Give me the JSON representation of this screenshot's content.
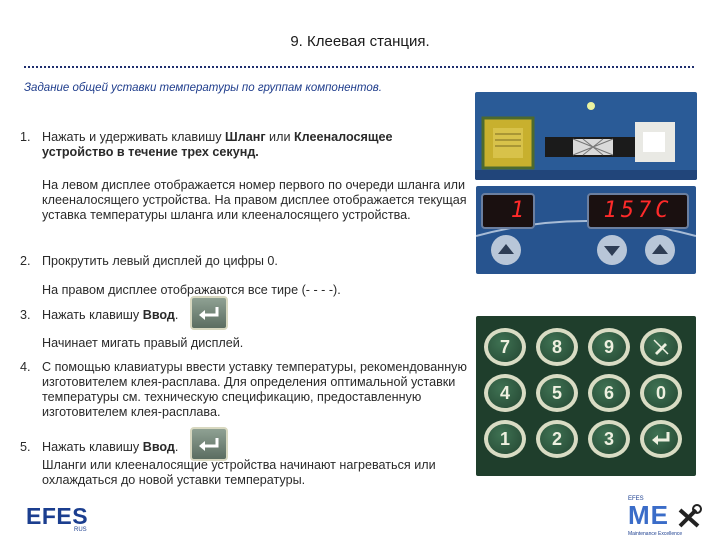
{
  "header": {
    "title": "9. Клеевая станция.",
    "subtitle": "Задание общей уставки температуры по группам компонентов."
  },
  "steps": [
    {
      "num": "1.",
      "pre": "Нажать и удерживать клавишу ",
      "bold1": "Шланг",
      "mid": " или ",
      "bold2": "Клееналосящее",
      "post": "устройство в течение трех секунд.",
      "note": "На левом дисплее отображается номер первого по очереди шланга или клееналосящего устройства. На правом дисплее отображается текущая уставка температуры шланга или клееналосящего устройства."
    },
    {
      "num": "2.",
      "text": "Прокрутить левый дисплей до цифры 0.",
      "note": "На правом дисплее отображаются все тире (- - - -)."
    },
    {
      "num": "3.",
      "pre": "Нажать клавишу ",
      "bold": "Ввод",
      "post": ".",
      "note": "Начинает мигать правый дисплей."
    },
    {
      "num": "4.",
      "text": "С помощью клавиатуры ввести уставку температуры, рекомендованную изготовителем клея-расплава. Для определения оптимальной уставки температуры см. техническую спецификацию, предоставленную изготовителем клея-расплава."
    },
    {
      "num": "5.",
      "pre": "Нажать клавишу ",
      "bold": "Ввод",
      "post": ".",
      "note": "Шланги или клееналосящие устройства начинают нагреваться или охлаждаться до новой уставки температуры."
    }
  ],
  "panel_displays": {
    "left_digit": "1",
    "right_value": "157C"
  },
  "keypad": {
    "keys": [
      "7",
      "8",
      "9",
      "",
      "4",
      "5",
      "6",
      "0",
      "1",
      "2",
      "3",
      ""
    ]
  },
  "logos": {
    "efes": "EFES",
    "efes_sub": "RUS",
    "me_top": "EFES",
    "me": "ME",
    "me_sub": "Maintenance Excellence"
  },
  "colors": {
    "panel_blue": "#27548f",
    "led_red": "#ff2a2a",
    "key_green": "#2f5b3e",
    "brand_blue": "#1b3e8f"
  }
}
